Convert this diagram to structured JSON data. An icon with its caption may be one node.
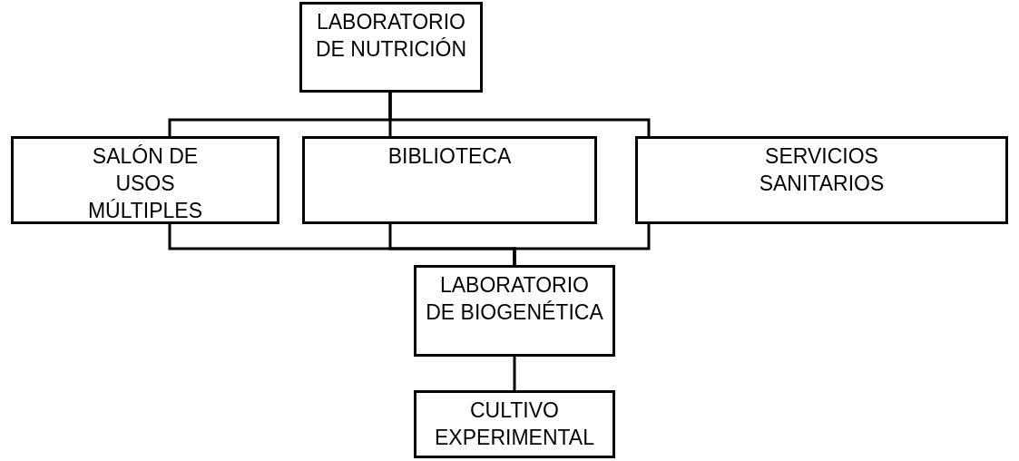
{
  "diagram": {
    "nodes": [
      {
        "text": [
          "LABORATORIO DE NUTRICIÓN"
        ]
      },
      {
        "text": [
          "SALÓN DE USOS MÚLTIPLES"
        ]
      },
      {
        "text": [
          "BIBLIOTECA"
        ]
      },
      {
        "text": [
          "SERVICIOS SANITARIOS"
        ]
      },
      {
        "text": [
          "LABORATORIO DE BIOGENÉTICA"
        ]
      },
      {
        "text": [
          "CULTIVO EXPERIMENTAL"
        ]
      }
    ],
    "edges": [
      {
        "from": 0,
        "to": 1,
        "arrow": "none"
      },
      {
        "from": 0,
        "to": 2,
        "arrow": "none"
      },
      {
        "from": 0,
        "to": 3,
        "arrow": "none"
      },
      {
        "from": 1,
        "to": 4,
        "arrow": "none"
      },
      {
        "from": 2,
        "to": 4,
        "arrow": "none"
      },
      {
        "from": 3,
        "to": 4,
        "arrow": "none"
      },
      {
        "from": 4,
        "to": 5,
        "arrow": "none"
      }
    ]
  }
}
